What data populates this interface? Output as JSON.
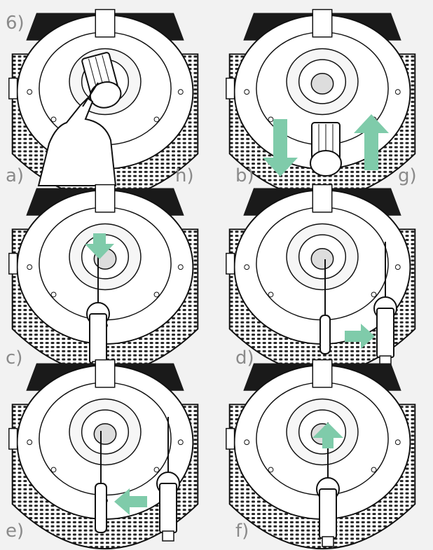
{
  "step_number": "6)",
  "labels": {
    "a": "a)",
    "b": "b)",
    "c": "c)",
    "d": "d)",
    "e": "e)",
    "f": "f)",
    "g": "g)",
    "h": "h)"
  },
  "colors": {
    "background": "#f2f2f2",
    "panel": "#ffffff",
    "arrow": "#7fcbaa",
    "line": "#111111",
    "label": "#8a8a8a"
  },
  "panels": [
    {
      "id": "a",
      "arrows": [],
      "shows": "hand-removing-filter"
    },
    {
      "id": "b",
      "arrows": [
        "down",
        "up"
      ],
      "shows": "filter-out"
    },
    {
      "id": "c",
      "arrows": [
        "down"
      ],
      "shows": "tool-inserted"
    },
    {
      "id": "d",
      "arrows": [
        "right"
      ],
      "shows": "tool-moved-right"
    },
    {
      "id": "e",
      "arrows": [
        "left"
      ],
      "shows": "tool-moved-left"
    },
    {
      "id": "f",
      "arrows": [
        "up"
      ],
      "shows": "tool-removed"
    }
  ]
}
